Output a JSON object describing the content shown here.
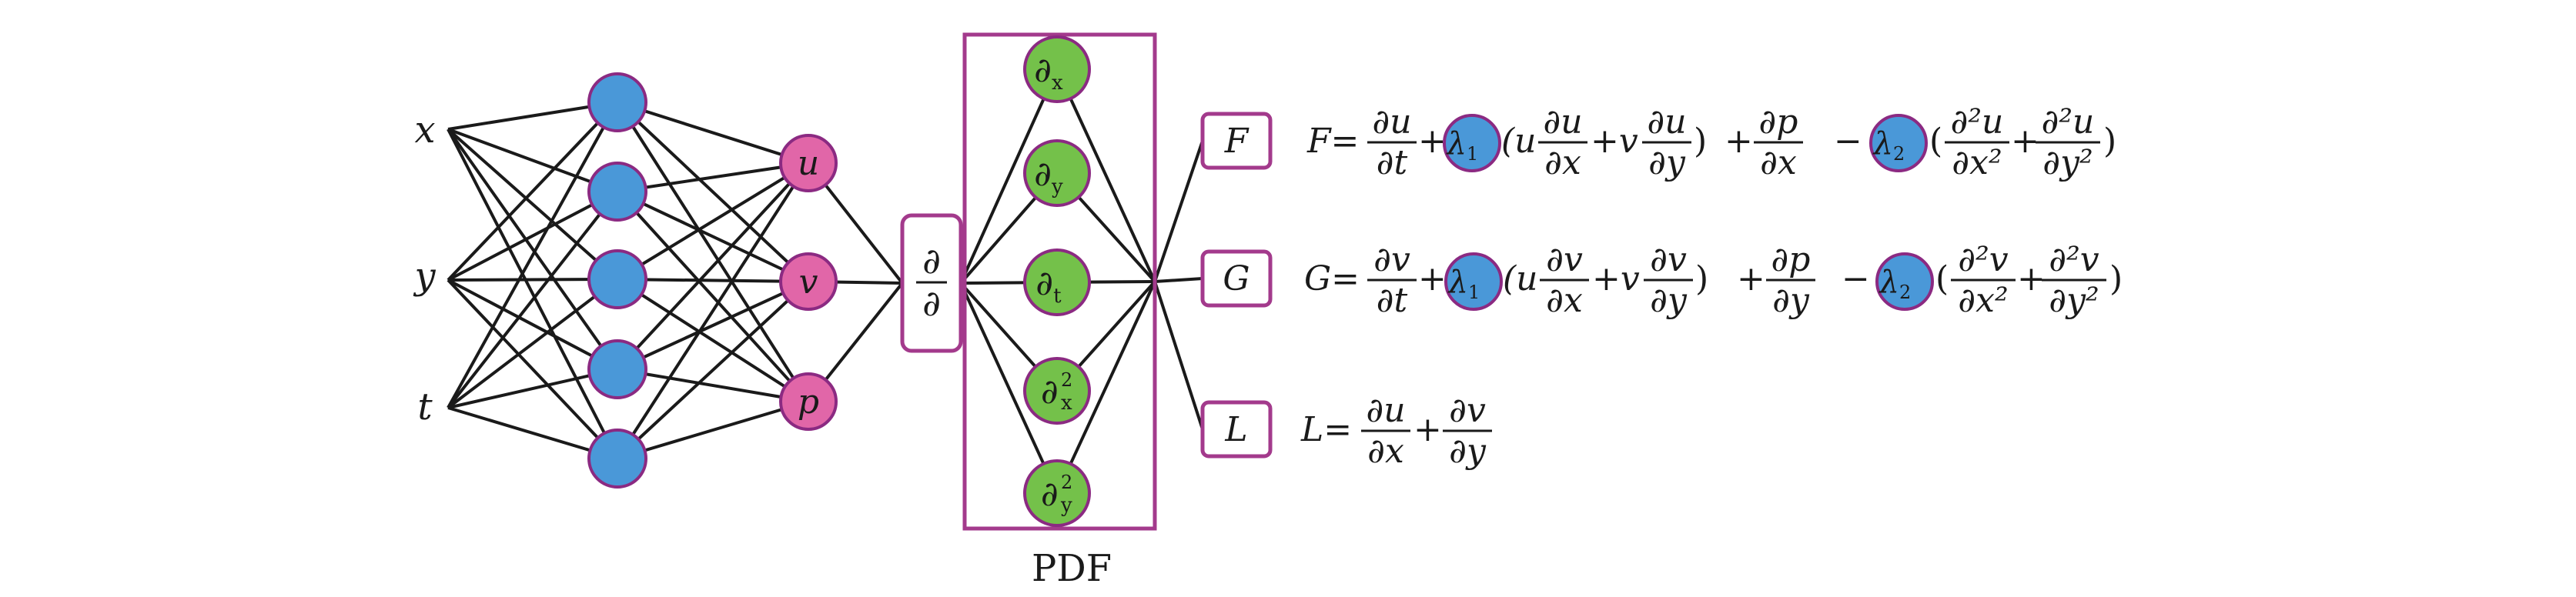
{
  "inputs": [
    "x",
    "y",
    "t"
  ],
  "outputs": [
    "u",
    "v",
    "p"
  ],
  "derivative_operator": {
    "num": "∂",
    "den": "∂"
  },
  "pdf_nodes": [
    {
      "symbol": "∂",
      "sub": "x",
      "sup": ""
    },
    {
      "symbol": "∂",
      "sub": "y",
      "sup": ""
    },
    {
      "symbol": "∂",
      "sub": "t",
      "sup": ""
    },
    {
      "symbol": "∂",
      "sub": "x",
      "sup": "2"
    },
    {
      "symbol": "∂",
      "sub": "y",
      "sup": "2"
    }
  ],
  "pdf_label": "PDF",
  "residual_boxes": [
    "F",
    "G",
    "L"
  ],
  "lambda1": {
    "symbol": "λ",
    "sub": "1"
  },
  "lambda2": {
    "symbol": "λ",
    "sub": "2"
  },
  "eq_F": {
    "lhs": "F=",
    "t1_num": "∂u",
    "t1_den": "∂t",
    "plus": "+",
    "open": "(u",
    "t2_num": "∂u",
    "t2_den": "∂x",
    "mid": "+v",
    "t3_num": "∂u",
    "t3_den": "∂y",
    "close": ")",
    "plus2": "+",
    "t4_num": "∂p",
    "t4_den": "∂x",
    "minus": "−",
    "open2": "(",
    "t5_num": "∂²u",
    "t5_den": "∂x²",
    "plus3": "+",
    "t6_num": "∂²u",
    "t6_den": "∂y²",
    "close2": ")"
  },
  "eq_G": {
    "lhs": "G=",
    "t1_num": "∂v",
    "t1_den": "∂t",
    "plus": "+",
    "open": "(u",
    "t2_num": "∂v",
    "t2_den": "∂x",
    "mid": "+v",
    "t3_num": "∂v",
    "t3_den": "∂y",
    "close": ")",
    "plus2": "+",
    "t4_num": "∂p",
    "t4_den": "∂y",
    "minus": "−",
    "open2": "(",
    "t5_num": "∂²v",
    "t5_den": "∂x²",
    "plus3": "+",
    "t6_num": "∂²v",
    "t6_den": "∂y²",
    "close2": ")"
  },
  "eq_L": {
    "lhs": "L=",
    "t1_num": "∂u",
    "t1_den": "∂x",
    "plus": "+",
    "t2_num": "∂v",
    "t2_den": "∂y"
  }
}
